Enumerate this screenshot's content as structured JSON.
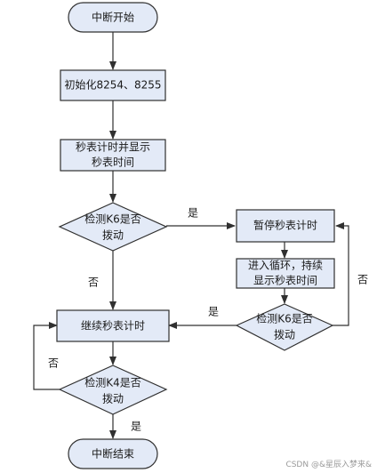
{
  "nodes": {
    "start": "中断开始",
    "init": "初始化8254、8255",
    "stopwatch_line1": "秒表计时并显示",
    "stopwatch_line2": "秒表时间",
    "check_k6_line1": "检测K6是否",
    "check_k6_line2": "拨动",
    "pause": "暂停秒表计时",
    "loop_line1": "进入循环，持续",
    "loop_line2": "显示秒表时间",
    "check_k6b_line1": "检测K6是否",
    "check_k6b_line2": "拨动",
    "continue": "继续秒表计时",
    "check_k4_line1": "检测K4是否",
    "check_k4_line2": "拨动",
    "end": "中断结束"
  },
  "edge_labels": {
    "k6_yes": "是",
    "k6_no": "否",
    "k6b_yes": "是",
    "k6b_no": "否",
    "k4_no": "否",
    "k4_yes": "是"
  },
  "watermark": "CSDN @&星辰入梦来&",
  "colors": {
    "fill": "#e3eaf7",
    "stroke": "#303030"
  }
}
